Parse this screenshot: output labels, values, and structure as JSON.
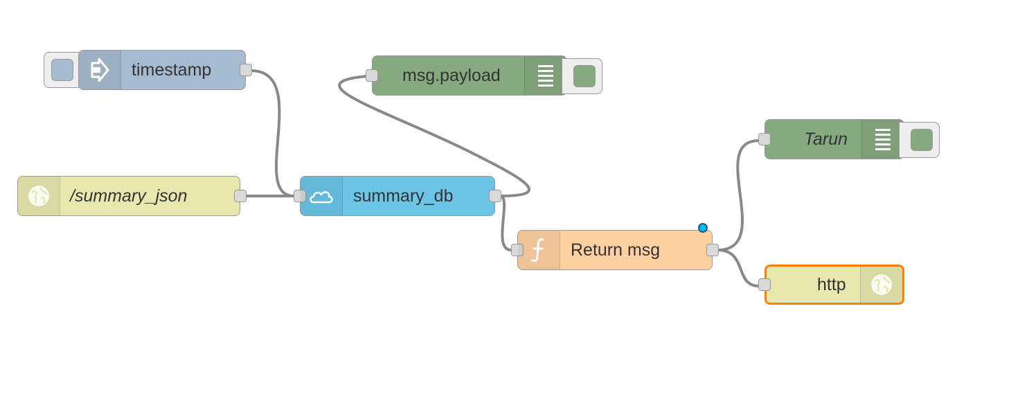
{
  "colors": {
    "inject": "#a6bbcf",
    "http_in": "#e7e7ae",
    "debug": "#87a980",
    "cloudant": "#6cc5e6",
    "function": "#fdd0a2",
    "wire": "#888888",
    "selected_outline": "#ff7f0e",
    "changed_marker": "#00bcff"
  },
  "nodes": {
    "timestamp": {
      "label": "timestamp",
      "icon": "arrow-in-icon",
      "type": "inject"
    },
    "summary_json": {
      "label": "/summary_json",
      "icon": "globe-icon",
      "type": "http in"
    },
    "msg_payload": {
      "label": "msg.payload",
      "icon": "debug-list-icon",
      "type": "debug"
    },
    "summary_db": {
      "label": "summary_db",
      "icon": "cloud-icon",
      "type": "cloudant"
    },
    "return_msg": {
      "label": "Return msg",
      "icon": "function-icon",
      "type": "function"
    },
    "tarun": {
      "label": "Tarun",
      "icon": "debug-list-icon",
      "type": "debug"
    },
    "http": {
      "label": "http",
      "icon": "globe-icon",
      "type": "http response"
    }
  }
}
